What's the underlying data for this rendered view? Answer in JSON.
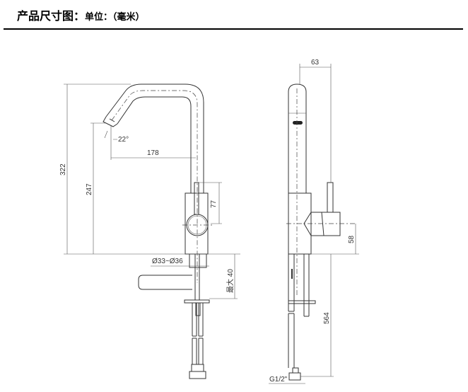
{
  "header": {
    "title": "产品尺寸图：",
    "unit": "单位：（毫米）"
  },
  "front_view": {
    "total_height": "322",
    "spout_height": "247",
    "spout_angle": "22°",
    "spout_reach": "178",
    "lever_height": "77",
    "hole_diameter": "Ø33~Ø36",
    "max_counter_thickness": "最大 40"
  },
  "side_view": {
    "lever_depth": "63",
    "handle_height": "58",
    "hose_length": "564",
    "thread": "G1/2\""
  }
}
